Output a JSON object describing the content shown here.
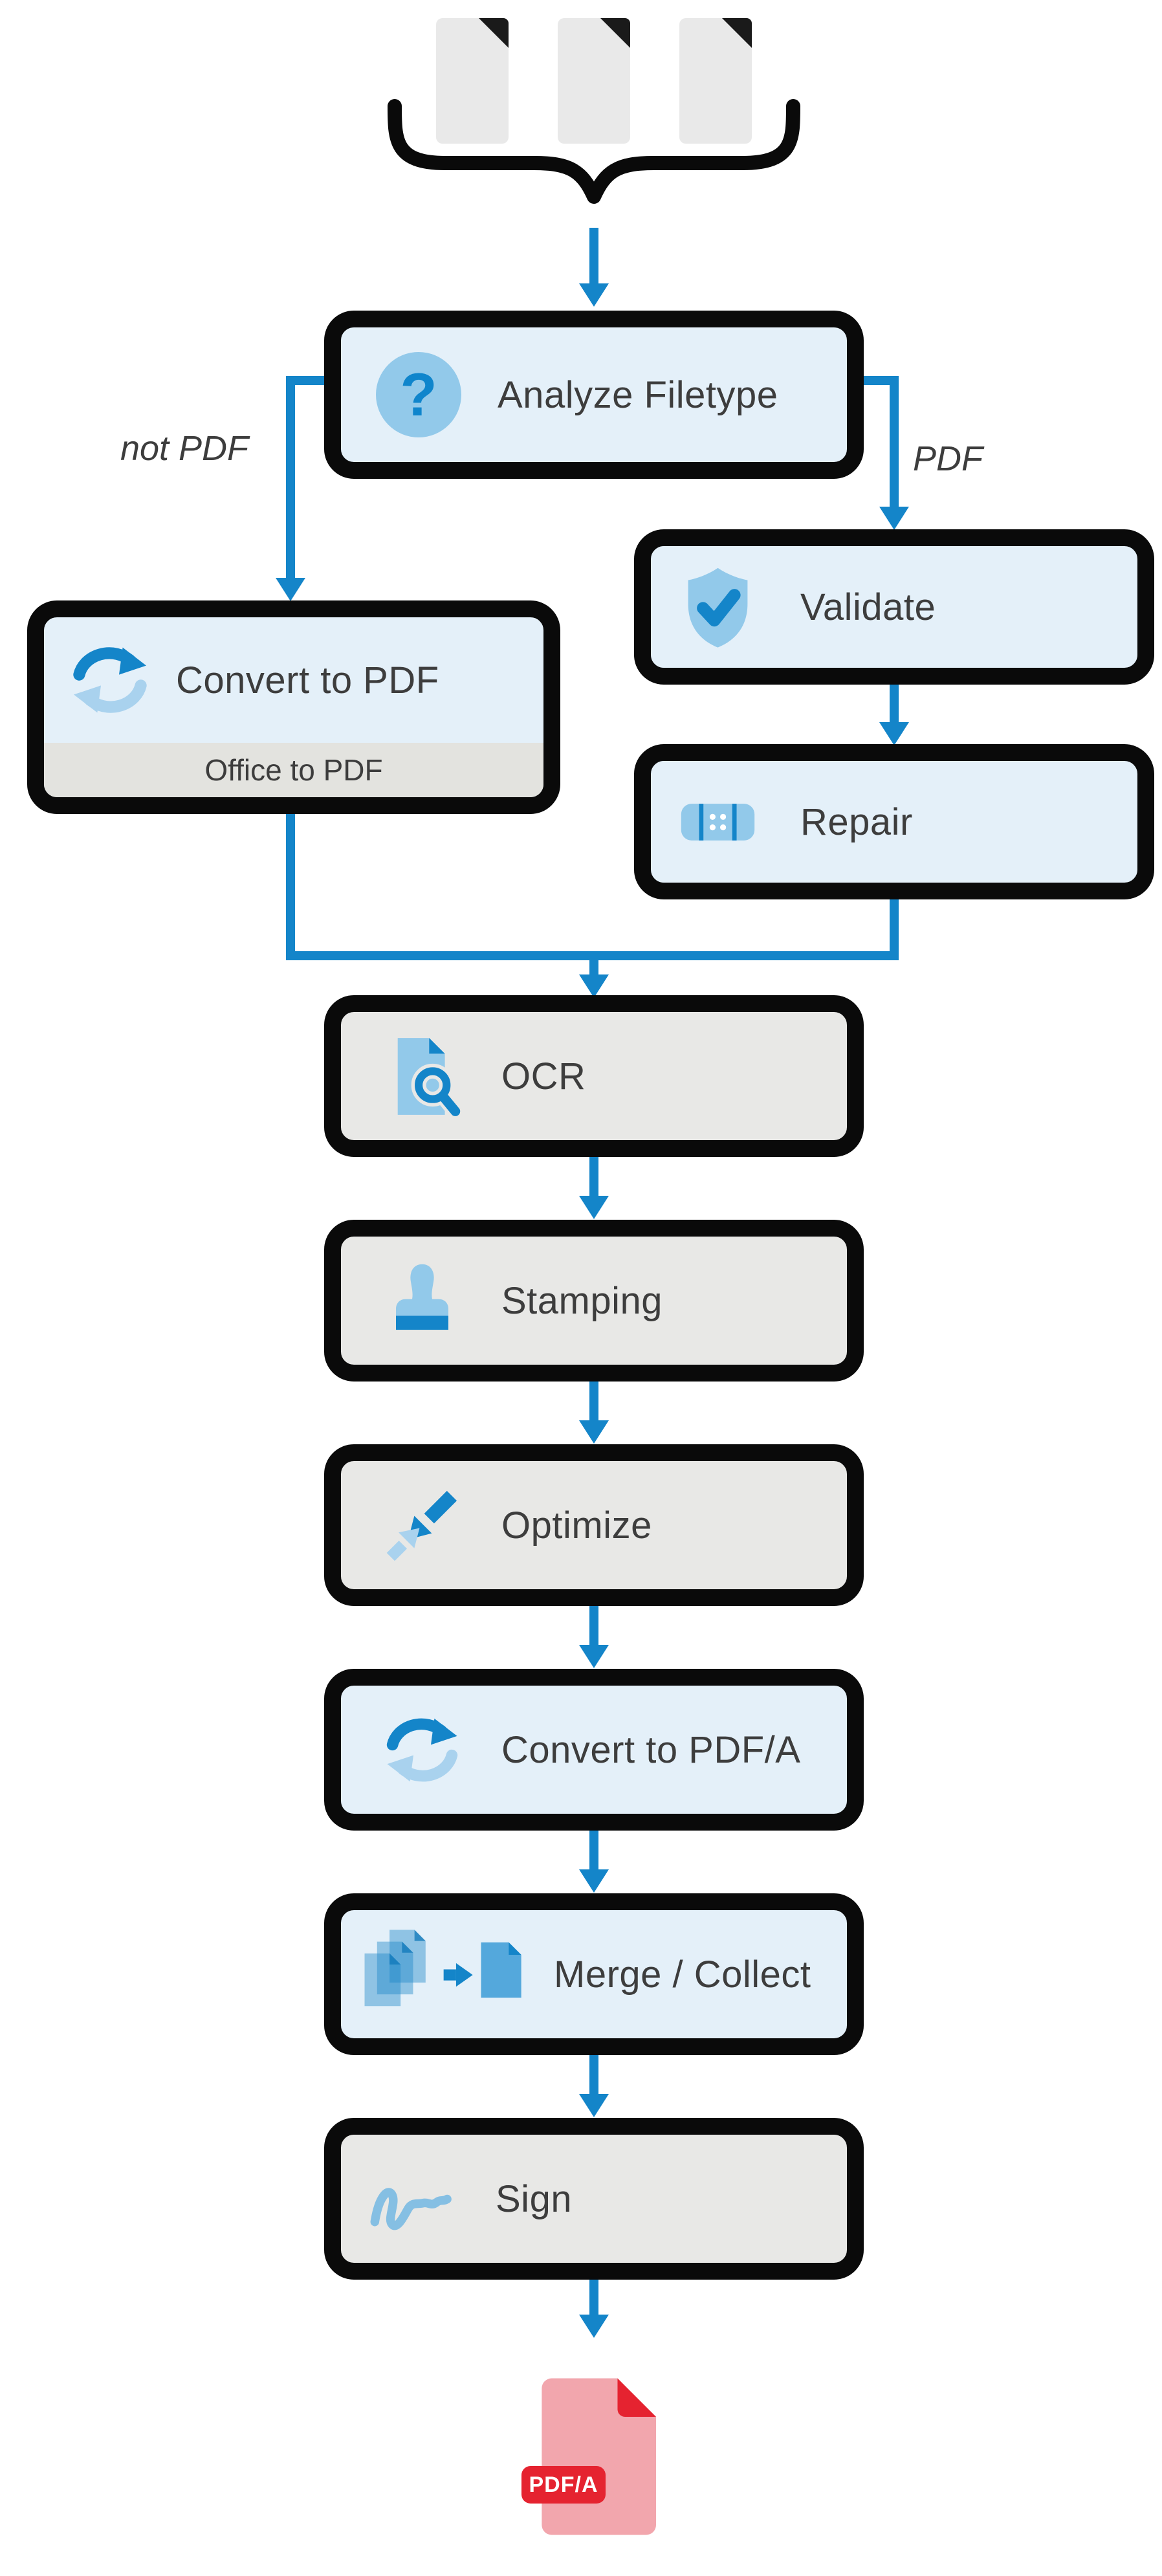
{
  "diagram": {
    "title": "PDF processing pipeline flowchart",
    "input_group": {
      "document_count": 3,
      "documents": [
        "input-document-1",
        "input-document-2",
        "input-document-3"
      ]
    },
    "branch_labels": {
      "left": "not PDF",
      "right": "PDF"
    },
    "nodes": [
      {
        "id": "analyze",
        "label": "Analyze Filetype",
        "icon": "question-icon",
        "variant": "blue"
      },
      {
        "id": "convert-pdf",
        "label": "Convert to PDF",
        "sublabel": "Office to PDF",
        "icon": "sync-icon",
        "variant": "blue"
      },
      {
        "id": "validate",
        "label": "Validate",
        "icon": "shield-check-icon",
        "variant": "blue"
      },
      {
        "id": "repair",
        "label": "Repair",
        "icon": "bandage-icon",
        "variant": "blue"
      },
      {
        "id": "ocr",
        "label": "OCR",
        "icon": "document-search-icon",
        "variant": "gray"
      },
      {
        "id": "stamping",
        "label": "Stamping",
        "icon": "stamp-icon",
        "variant": "gray"
      },
      {
        "id": "optimize",
        "label": "Optimize",
        "icon": "compress-arrows-icon",
        "variant": "gray"
      },
      {
        "id": "convert-pdfa",
        "label": "Convert to PDF/A",
        "icon": "sync-icon",
        "variant": "blue"
      },
      {
        "id": "merge",
        "label": "Merge / Collect",
        "icon": "merge-documents-icon",
        "variant": "blue"
      },
      {
        "id": "sign",
        "label": "Sign",
        "icon": "signature-icon",
        "variant": "gray"
      }
    ],
    "output": {
      "badge": "PDF/A",
      "icon": "pdfa-file-icon"
    },
    "colors": {
      "accent_blue": "#1485c9",
      "light_blue_fill": "#e4f0f9",
      "gray_fill": "#e8e8e6",
      "icon_light_blue": "#92c9ea",
      "border_black": "#0a0a0a",
      "text": "#3d3d3d",
      "output_red": "#e52330",
      "output_pink": "#f2a6ad",
      "input_doc_gray": "#e9e9e9"
    }
  }
}
